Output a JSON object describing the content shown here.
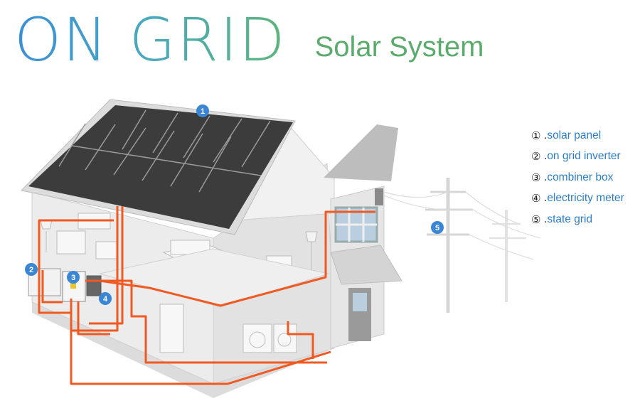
{
  "title": {
    "main": "ON GRID",
    "sub": "Solar System"
  },
  "legend": [
    {
      "num": "①",
      "label": "solar panel"
    },
    {
      "num": "②",
      "label": "on grid inverter"
    },
    {
      "num": "③",
      "label": "combiner box"
    },
    {
      "num": "④",
      "label": "electricity meter"
    },
    {
      "num": "⑤",
      "label": "state grid"
    }
  ],
  "badges": [
    "1",
    "2",
    "3",
    "4",
    "5"
  ],
  "colors": {
    "wire": "#f05a22",
    "badge": "#3a86d4",
    "panel": "#3c3c3c",
    "wall": "#e9e9e9"
  }
}
